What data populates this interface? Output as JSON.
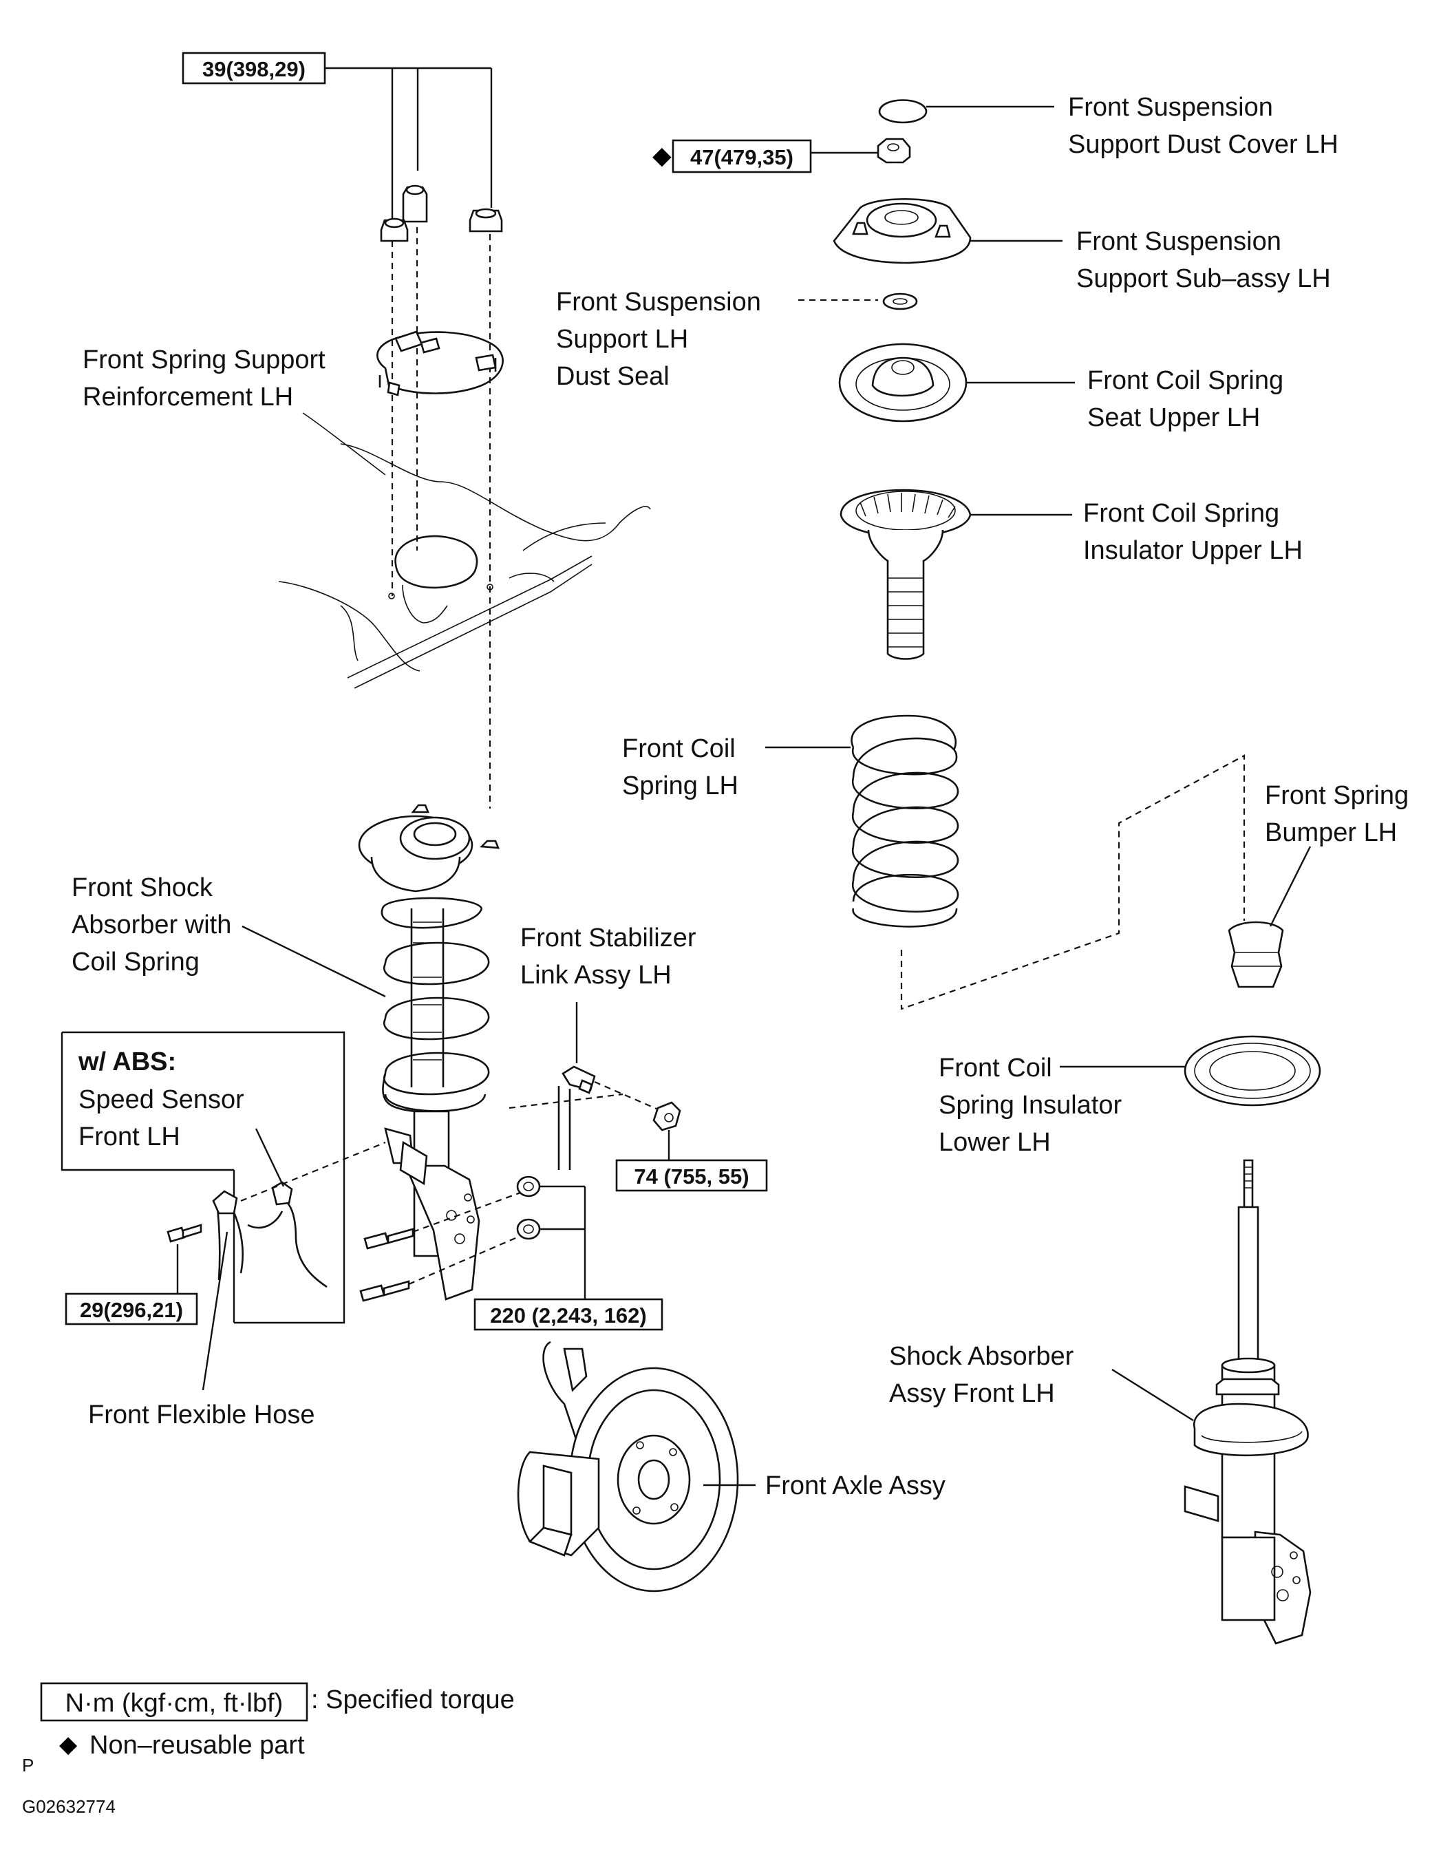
{
  "labels": {
    "dust_cover": [
      "Front Suspension",
      "Support Dust Cover LH"
    ],
    "support_sub_assy": [
      "Front Suspension",
      "Support Sub–assy LH"
    ],
    "dust_seal": [
      "Front Suspension",
      "Support LH",
      "Dust Seal"
    ],
    "reinforcement": [
      "Front Spring Support",
      "Reinforcement LH"
    ],
    "spring_seat_upper": [
      "Front Coil Spring",
      "Seat Upper LH"
    ],
    "insulator_upper": [
      "Front Coil Spring",
      "Insulator Upper LH"
    ],
    "coil_spring": [
      "Front Coil",
      "Spring LH"
    ],
    "spring_bumper": [
      "Front Spring",
      "Bumper LH"
    ],
    "shock_with_spring": [
      "Front Shock",
      "Absorber with",
      "Coil Spring"
    ],
    "stabilizer_link": [
      "Front Stabilizer",
      "Link Assy LH"
    ],
    "abs_title": "w/ ABS:",
    "speed_sensor": [
      "Speed Sensor",
      "Front LH"
    ],
    "insulator_lower": [
      "Front Coil",
      "Spring Insulator",
      "Lower LH"
    ],
    "shock_assy": [
      "Shock Absorber",
      "Assy Front LH"
    ],
    "flexible_hose": "Front Flexible Hose",
    "axle_assy": "Front Axle Assy"
  },
  "torques": {
    "top_nuts": "39(398,29)",
    "rod_nut": "47(479,35)",
    "stabilizer_nut": "74 (755, 55)",
    "knuckle_bolts": "220 (2,243, 162)",
    "sensor_bolt": "29(296,21)"
  },
  "legend": {
    "unit_box": "N·m (kgf·cm, ft·lbf)",
    "unit_text": ": Specified torque",
    "non_reusable_symbol": "◆",
    "non_reusable_text": "Non–reusable part"
  },
  "rod_nut_symbol": "◆",
  "footer": {
    "code_letter": "P",
    "figure_code": "G02632774"
  }
}
